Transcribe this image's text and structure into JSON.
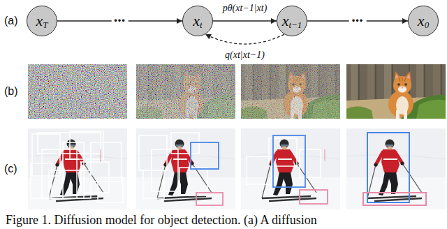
{
  "diagram": {
    "caption": "Figure 1. Diffusion model for object detection. (a) A diffusion",
    "nodes": [
      {
        "text": [
          "xT"
        ]
      },
      {
        "text": [
          "xt"
        ]
      },
      {
        "text": [
          "xt−1"
        ]
      },
      {
        "text": [
          "x0"
        ]
      }
    ],
    "edges": [
      {
        "from": 0,
        "to": 1,
        "arrow": "to",
        "label": "•••"
      },
      {
        "from": 1,
        "to": 2,
        "arrow": "to",
        "label": "pθ(xt−1|xt)"
      },
      {
        "from": 2,
        "to": 1,
        "arrow": "to",
        "label": "q(xt|xt−1)"
      },
      {
        "from": 2,
        "to": 3,
        "arrow": "to",
        "label": "•••"
      }
    ],
    "labels": [
      "(a)",
      "(b)",
      "(c)"
    ]
  }
}
